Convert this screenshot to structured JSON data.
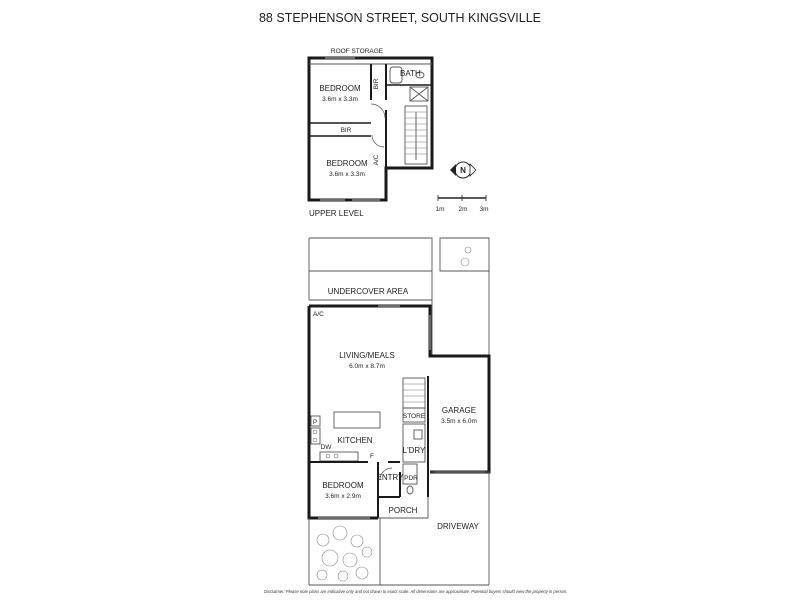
{
  "title": "88 STEPHENSON STREET, SOUTH KINGSVILLE",
  "upper_level": {
    "label": "UPPER LEVEL",
    "rooms": {
      "roof_storage": "ROOF STORAGE",
      "bath": "BATH",
      "bir_top": "BIR",
      "bedroom_1_name": "BEDROOM",
      "bedroom_1_size": "3.6m x 3.3m",
      "bir_mid": "BIR",
      "bedroom_2_name": "BEDROOM",
      "bedroom_2_size": "3.6m x 3.3m",
      "ac": "A/C"
    }
  },
  "ground_level": {
    "undercover": "UNDERCOVER AREA",
    "ac": "A/C",
    "living_name": "LIVING/MEALS",
    "living_size": "6.0m x 8.7m",
    "store": "STORE",
    "garage_name": "GARAGE",
    "garage_size": "3.5m x 6.0m",
    "kitchen": "KITCHEN",
    "p": "P",
    "dw": "DW",
    "f": "F",
    "laundry": "L'DRY",
    "bedroom_name": "BEDROOM",
    "bedroom_size": "3.6m x 2.9m",
    "entry": "ENTRY",
    "pdr": "PDR",
    "porch": "PORCH",
    "driveway": "DRIVEWAY"
  },
  "north_label": "N",
  "scale_labels": [
    "1m",
    "2m",
    "3m"
  ],
  "disclaimer": "Disclaimer: Please note plans are indicative only and not drawn to exact scale. All dimensions are approximate. Potential buyers should view the property in person."
}
